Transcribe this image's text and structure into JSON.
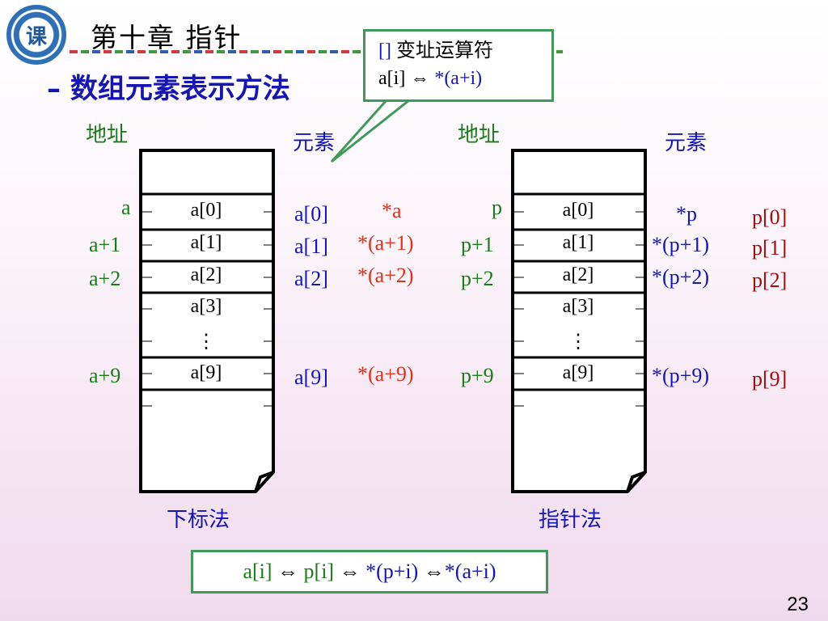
{
  "slide": {
    "title": "第十章  指针",
    "subtitle": "– 数组元素表示方法",
    "page_number": "23",
    "logo_glyph": "课"
  },
  "callout": {
    "line1_op": "[]",
    "line1_text": "变址运算符",
    "line2_left": "a[i]",
    "line2_sym": "⇔",
    "line2_right": "*(a+i)"
  },
  "left_diagram": {
    "address_header": "地址",
    "element_header": "元素",
    "caption": "下标法",
    "addresses": [
      "a",
      "a+1",
      "a+2",
      "a+9"
    ],
    "cells": [
      "a[0]",
      "a[1]",
      "a[2]",
      "a[3]",
      "⋮",
      "a[9]"
    ],
    "elements_index": [
      "a[0]",
      "a[1]",
      "a[2]",
      "a[9]"
    ],
    "elements_pointer": [
      "*a",
      "*(a+1)",
      "*(a+2)",
      "*(a+9)"
    ]
  },
  "right_diagram": {
    "address_header": "地址",
    "element_header": "元素",
    "caption": "指针法",
    "addresses": [
      "p",
      "p+1",
      "p+2",
      "p+9"
    ],
    "cells": [
      "a[0]",
      "a[1]",
      "a[2]",
      "a[3]",
      "⋮",
      "a[9]"
    ],
    "elements_pointer": [
      "*p",
      "*(p+1)",
      "*(p+2)",
      "*(p+9)"
    ],
    "elements_index": [
      "p[0]",
      "p[1]",
      "p[2]",
      "p[9]"
    ]
  },
  "equivalence": {
    "a": "a[i]",
    "sym1": "⇔",
    "b": "p[i]",
    "sym2": "⇔",
    "c": "*(p+i)",
    "sym3": "⇔",
    "d": "*(a+i)"
  },
  "colors": {
    "address": "#1a7d1a",
    "index_element": "#1515b5",
    "pointer_element": "#e0301e",
    "p_index_element": "#a50d0d",
    "box_border": "#3f9a5a"
  }
}
